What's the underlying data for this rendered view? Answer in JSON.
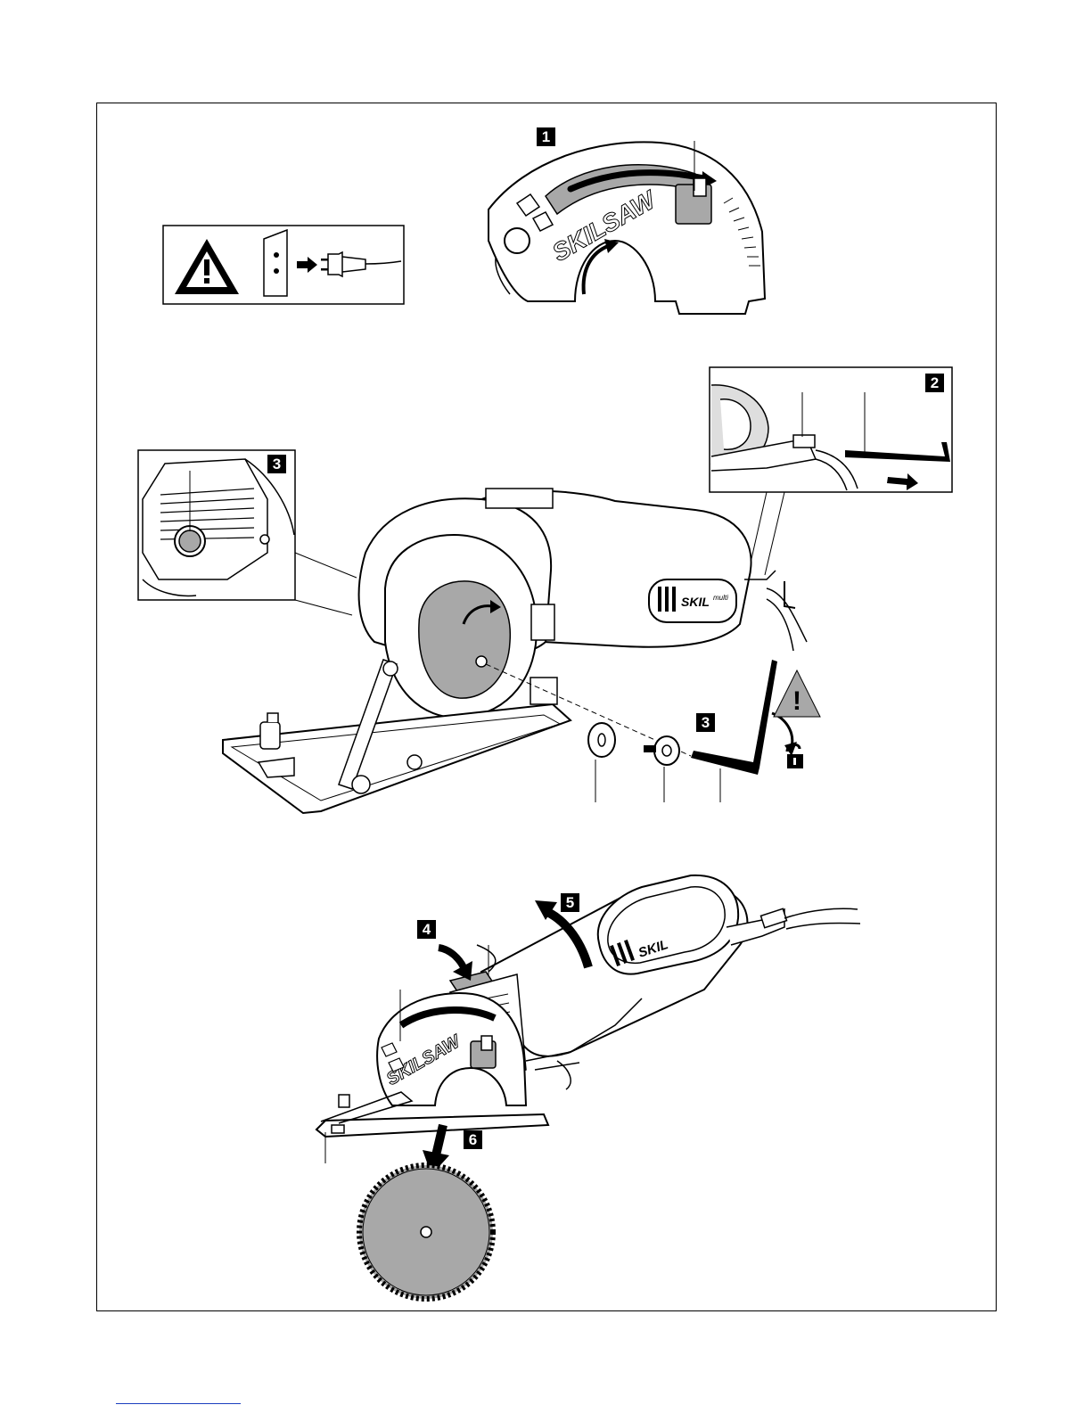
{
  "steps": {
    "s1": "1",
    "s2": "2",
    "s3a": "3",
    "s3b": "3",
    "s4": "4",
    "s5": "5",
    "s6": "6"
  },
  "brand": {
    "guard_text": "SKILSAW",
    "guard_text_small": "SKILSAW",
    "handle_logo": "SKIL",
    "handle_logo_small": "SKIL",
    "handle_sub": "multi",
    "caution_mark": "!"
  },
  "icons": {
    "warning": "warning-triangle-icon",
    "unplug": "unplug-icon",
    "unlock": "unlock-icon"
  },
  "colors": {
    "ink": "#000000",
    "grey_fill": "#a8a8a8",
    "light_fill": "#dedede",
    "link_blue": "#1a3fbf"
  }
}
